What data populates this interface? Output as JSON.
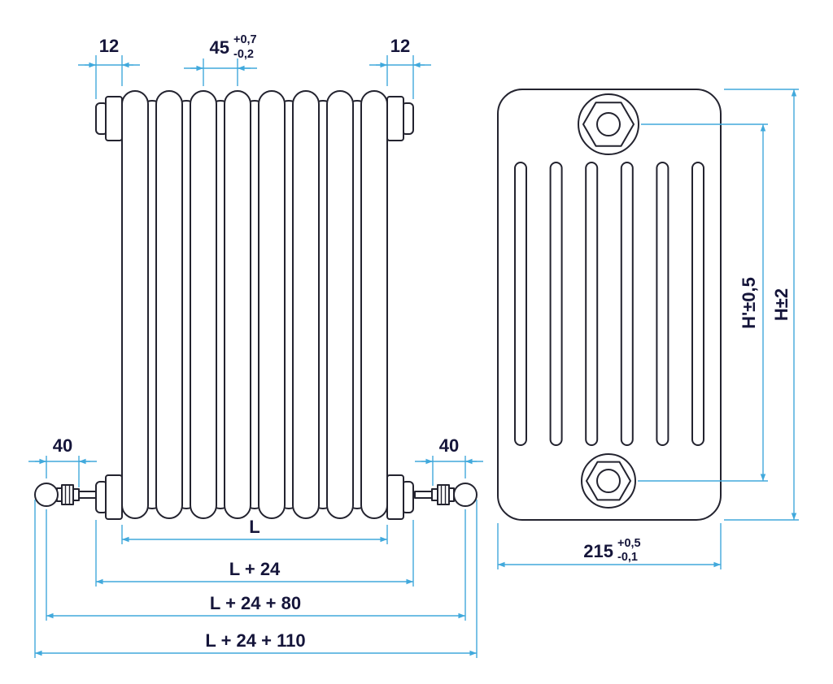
{
  "title": "Tubular column radiator technical drawing",
  "colors": {
    "drawing_line": "#23232f",
    "dimension_line": "#41a9dc",
    "label_text": "#15153a",
    "background": "#ffffff"
  },
  "front": {
    "dim12_left": "12",
    "dim12_right": "12",
    "pitch": "45",
    "pitch_tol_up": "+0,7",
    "pitch_tol_down": "-0,2",
    "dim40_left": "40",
    "dim40_right": "40",
    "L": "L",
    "L24": "L + 24",
    "L24_80": "L + 24 + 80",
    "L24_110": "L + 24 + 110"
  },
  "side": {
    "depth": "215",
    "depth_tol_up": "+0,5",
    "depth_tol_down": "-0,1",
    "h_prime": "H'±0,5",
    "h": "H±2"
  }
}
